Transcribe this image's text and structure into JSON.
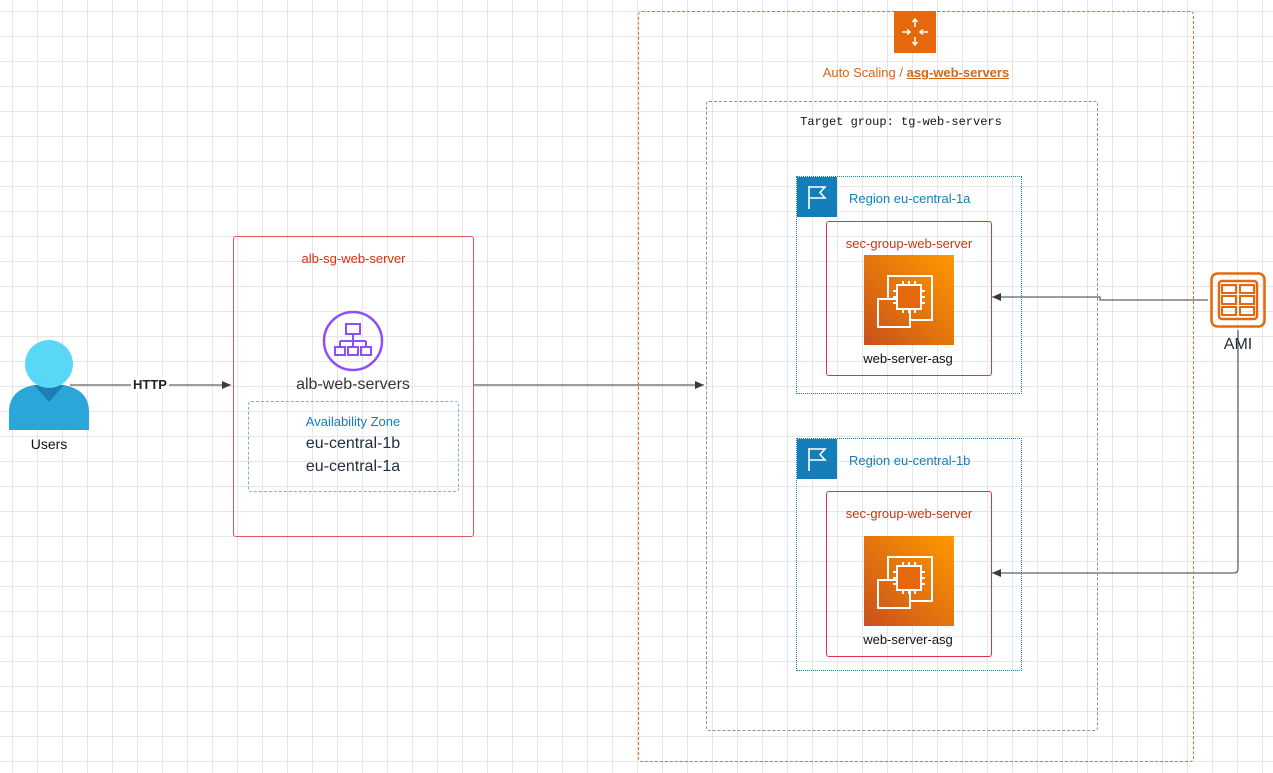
{
  "users": {
    "label": "Users"
  },
  "edge": {
    "http_label": "HTTP"
  },
  "alb": {
    "security_group": "alb-sg-web-server",
    "name": "alb-web-servers",
    "availability_zone_title": "Availability Zone",
    "zones": [
      "eu-central-1b",
      "eu-central-1a"
    ]
  },
  "asg": {
    "prefix": "Auto Scaling / ",
    "name": "asg-web-servers"
  },
  "target_group": {
    "label": "Target group: tg-web-servers"
  },
  "regions": [
    {
      "label": "Region eu-central-1a",
      "security_group": "sec-group-web-server",
      "instance": "web-server-asg"
    },
    {
      "label": "Region eu-central-1b",
      "security_group": "sec-group-web-server",
      "instance": "web-server-asg"
    }
  ],
  "ami": {
    "label": "AMI"
  },
  "colors": {
    "security_group": "#d13212",
    "asg": "#ec7211",
    "region": "#147eba",
    "elb": "#8c4fff",
    "ec2_gradient_start": "#c8511b",
    "ec2_gradient_end": "#ff9900"
  }
}
